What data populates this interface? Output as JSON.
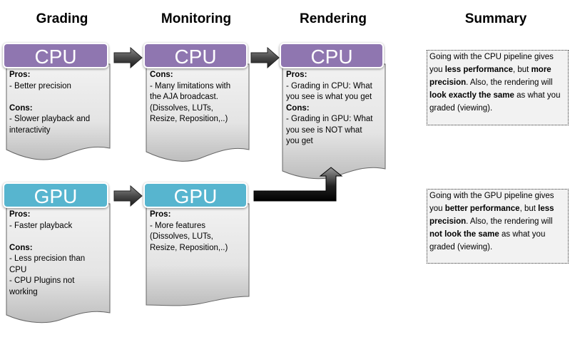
{
  "columns": {
    "grading": "Grading",
    "monitoring": "Monitoring",
    "rendering": "Rendering",
    "summary": "Summary"
  },
  "colors": {
    "cpu": "#8f76b0",
    "gpu": "#57b5cf",
    "doc_fill": "#d9d9d9",
    "arrow": "#333333"
  },
  "cards": {
    "grading_cpu": {
      "header": "CPU",
      "lines": [
        {
          "text": "Pros:",
          "bold": true
        },
        {
          "text": "- Better precision"
        },
        {
          "text": ""
        },
        {
          "text": "Cons:",
          "bold": true
        },
        {
          "text": "- Slower playback and"
        },
        {
          "text": "interactivity"
        }
      ]
    },
    "monitoring_cpu": {
      "header": "CPU",
      "lines": [
        {
          "text": "Cons:",
          "bold": true
        },
        {
          "text": "- Many limitations with"
        },
        {
          "text": "the AJA broadcast."
        },
        {
          "text": "(Dissolves, LUTs,"
        },
        {
          "text": "Resize, Reposition,..)"
        }
      ]
    },
    "rendering_cpu": {
      "header": "CPU",
      "lines": [
        {
          "text": "Pros:",
          "bold": true
        },
        {
          "text": "- Grading in CPU: What"
        },
        {
          "text": "you see is what you get"
        },
        {
          "text": "Cons:",
          "bold": true
        },
        {
          "text": "- Grading in GPU: What"
        },
        {
          "text": "you see is NOT what"
        },
        {
          "text": "you get"
        }
      ]
    },
    "grading_gpu": {
      "header": "GPU",
      "lines": [
        {
          "text": "Pros:",
          "bold": true
        },
        {
          "text": "- Faster playback"
        },
        {
          "text": ""
        },
        {
          "text": "Cons:",
          "bold": true
        },
        {
          "text": "- Less precision than"
        },
        {
          "text": "CPU"
        },
        {
          "text": "- CPU Plugins not"
        },
        {
          "text": "working"
        }
      ]
    },
    "monitoring_gpu": {
      "header": "GPU",
      "lines": [
        {
          "text": "Pros:",
          "bold": true
        },
        {
          "text": "- More features"
        },
        {
          "text": "(Dissolves, LUTs,"
        },
        {
          "text": "Resize, Reposition,..)"
        }
      ]
    }
  },
  "summaries": {
    "cpu": {
      "segments": [
        {
          "text": "Going with the CPU pipeline gives you "
        },
        {
          "text": "less performance",
          "bold": true
        },
        {
          "text": ", but "
        },
        {
          "text": "more precision",
          "bold": true
        },
        {
          "text": ". Also, the rendering will "
        },
        {
          "text": "look exactly the same",
          "bold": true
        },
        {
          "text": " as what you graded (viewing)."
        }
      ]
    },
    "gpu": {
      "segments": [
        {
          "text": "Going with the GPU pipeline gives you "
        },
        {
          "text": "better performance",
          "bold": true
        },
        {
          "text": ", but "
        },
        {
          "text": "less precision",
          "bold": true
        },
        {
          "text": ". Also, the rendering will "
        },
        {
          "text": "not look the same",
          "bold": true
        },
        {
          "text": " as what you graded (viewing)."
        }
      ]
    }
  }
}
